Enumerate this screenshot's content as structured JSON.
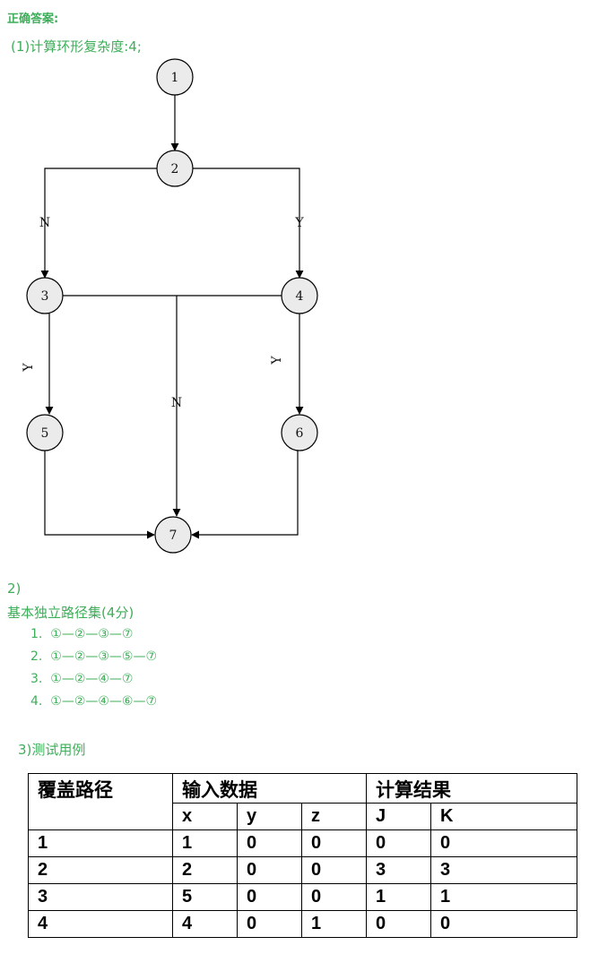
{
  "heading": "正确答案:",
  "q1": "(1)计算环形复杂度:4;",
  "flowgraph": {
    "nodes": [
      "1",
      "2",
      "3",
      "4",
      "5",
      "6",
      "7"
    ],
    "edge_labels": {
      "n2_n3": "N",
      "n2_n4": "Y",
      "n3_n5": "Y",
      "n4_n6": "Y",
      "n34_n7": "N"
    }
  },
  "q2": "2)",
  "basis_title": "基本独立路径集(4分)",
  "paths": [
    {
      "num": "1.",
      "path": "①—②—③—⑦"
    },
    {
      "num": "2.",
      "path": "①—②—③—⑤—⑦"
    },
    {
      "num": "3.",
      "path": "①—②—④—⑦"
    },
    {
      "num": "4.",
      "path": "①—②—④—⑥—⑦"
    }
  ],
  "q3": "3)测试用例",
  "table": {
    "h_path": "覆盖路径",
    "h_input": "输入数据",
    "h_result": "计算结果",
    "sub": [
      "x",
      "y",
      "z",
      "J",
      "K"
    ],
    "rows": [
      [
        "1",
        "1",
        "0",
        "0",
        "0",
        "0"
      ],
      [
        "2",
        "2",
        "0",
        "0",
        "3",
        "3"
      ],
      [
        "3",
        "5",
        "0",
        "0",
        "1",
        "1"
      ],
      [
        "4",
        "4",
        "0",
        "1",
        "0",
        "0"
      ]
    ]
  },
  "colors": {
    "accent_green": "#3fae5a",
    "node_fill": "#ebebeb"
  }
}
